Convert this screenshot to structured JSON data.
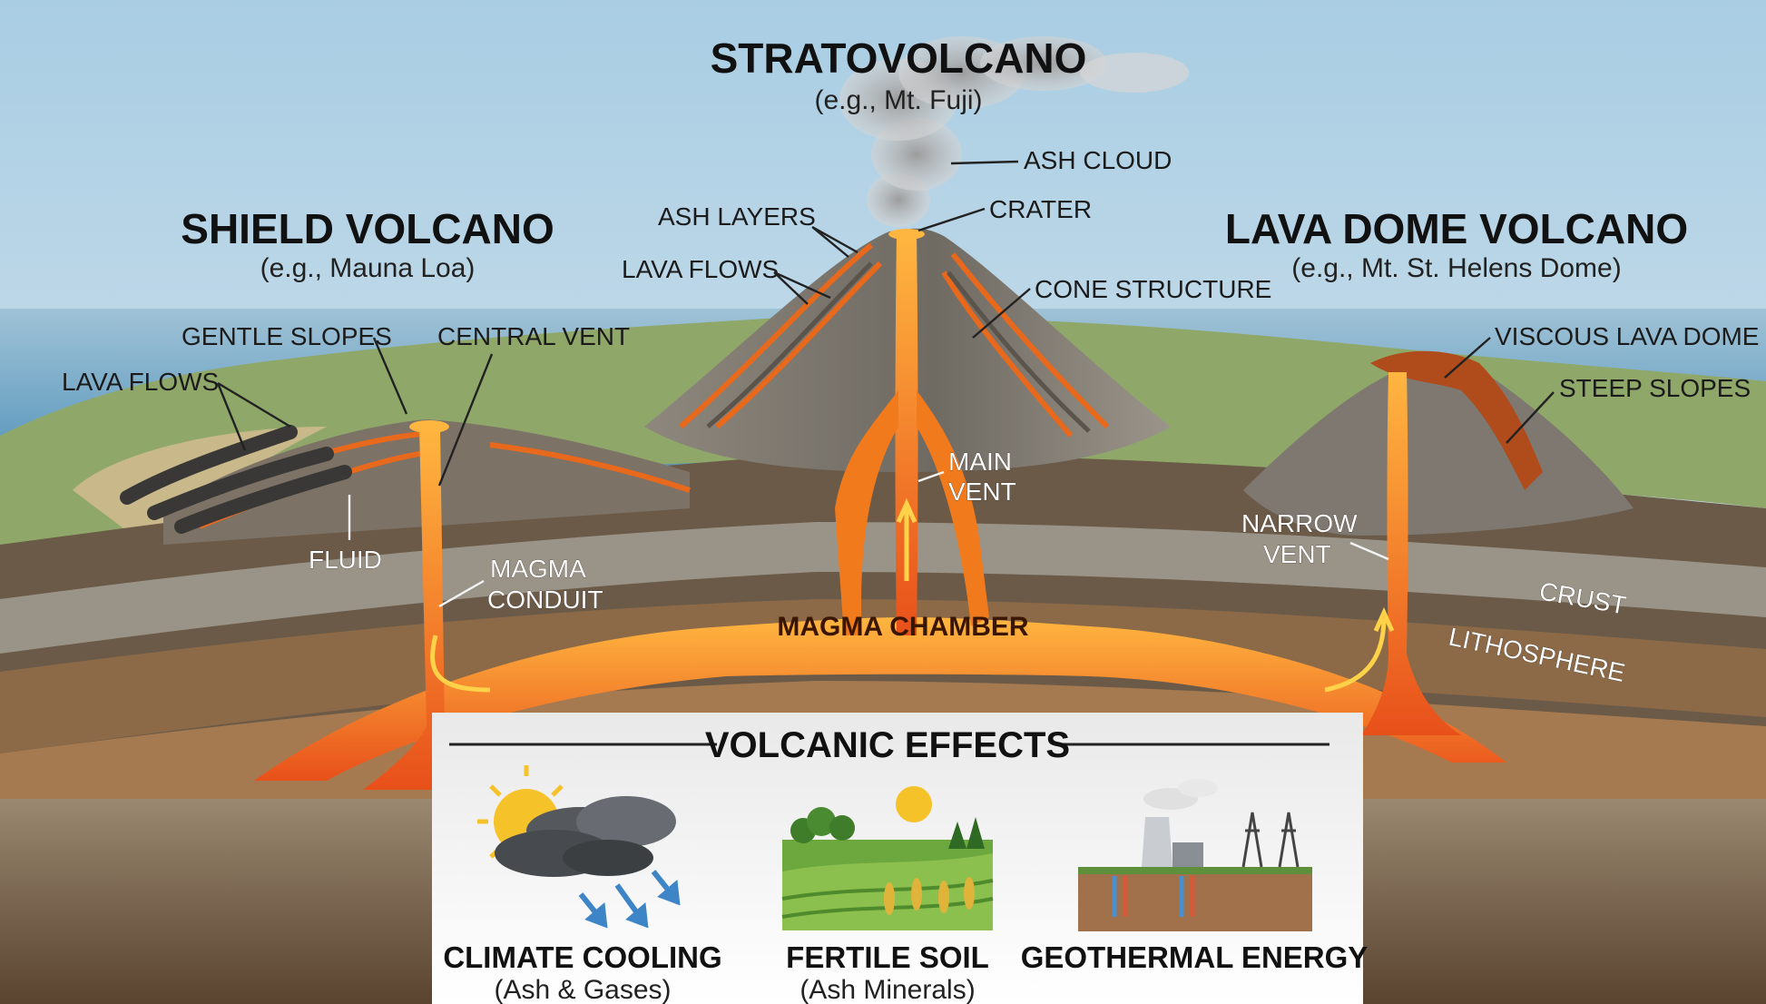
{
  "volcanoes": {
    "stratovolcano": {
      "title": "STRATOVOLCANO",
      "example": "(e.g., Mt. Fuji)"
    },
    "shield": {
      "title": "SHIELD VOLCANO",
      "example": "(e.g., Mauna Loa)"
    },
    "lava_dome": {
      "title": "LAVA DOME VOLCANO",
      "example": "(e.g., Mt. St. Helens Dome)"
    }
  },
  "labels": {
    "ash_cloud": "ASH CLOUD",
    "crater": "CRATER",
    "ash_layers": "ASH LAYERS",
    "strato_lava_flows": "LAVA FLOWS",
    "cone_structure": "CONE STRUCTURE",
    "gentle_slopes": "GENTLE SLOPES",
    "central_vent": "CENTRAL VENT",
    "shield_lava_flows": "LAVA FLOWS",
    "fluid": "FLUID",
    "magma_conduit_1": "MAGMA",
    "magma_conduit_2": "CONDUIT",
    "main_vent_1": "MAIN",
    "main_vent_2": "VENT",
    "magma_chamber": "MAGMA CHAMBER",
    "viscous_lava_dome": "VISCOUS LAVA DOME",
    "steep_slopes": "STEEP SLOPES",
    "narrow_vent_1": "NARROW",
    "narrow_vent_2": "VENT",
    "crust": "CRUST",
    "lithosphere": "LITHOSPHERE"
  },
  "effects": {
    "title": "VOLCANIC EFFECTS",
    "items": [
      {
        "name": "CLIMATE COOLING",
        "sub": "(Ash & Gases)",
        "icon": "cloud-sun-icon"
      },
      {
        "name": "FERTILE SOIL",
        "sub": "(Ash Minerals)",
        "icon": "farm-field-icon"
      },
      {
        "name": "GEOTHERMAL ENERGY",
        "sub": "",
        "icon": "power-plant-icon"
      }
    ]
  },
  "colors": {
    "magma": "#f07a1c",
    "magma_core": "#ffb640",
    "sky": "#b9d6e8",
    "sea": "#4d8fb8",
    "crust_dark": "#6b5a48",
    "lithosphere": "#8c6a48"
  }
}
